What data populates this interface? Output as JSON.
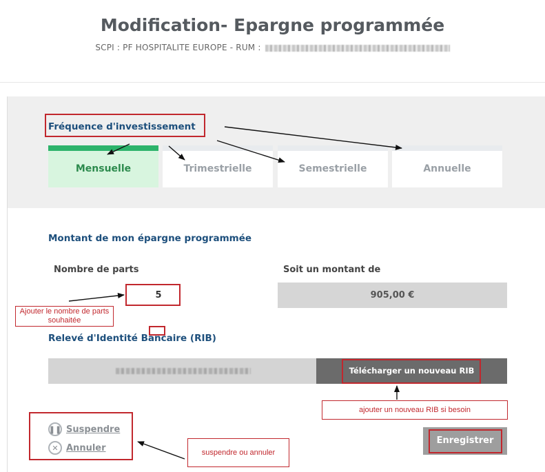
{
  "header": {
    "title": "Modification- Epargne programmée",
    "subtitle": "SCPI : PF HOSPITALITE EUROPE - RUM : "
  },
  "frequency": {
    "title": "Fréquence d'investissement",
    "options": [
      {
        "label": "Mensuelle",
        "selected": true
      },
      {
        "label": "Trimestrielle",
        "selected": false
      },
      {
        "label": "Semestrielle",
        "selected": false
      },
      {
        "label": "Annuelle",
        "selected": false
      }
    ]
  },
  "amount": {
    "title": "Montant de mon épargne programmée",
    "shares_label": "Nombre de parts",
    "shares_value": "5",
    "amount_label": "Soit un montant de",
    "amount_value": "905,00 €"
  },
  "rib": {
    "title": "Relevé d'Identité Bancaire (RIB)",
    "upload_label": "Télécharger un nouveau RIB"
  },
  "actions": {
    "suspend_label": "Suspendre",
    "cancel_label": "Annuler",
    "save_label": "Enregistrer"
  },
  "annotations": {
    "shares_note": "Ajouter le nombre de parts souhaitée",
    "rib_note": "ajouter un nouveau RIB si besoin",
    "actions_note": "suspendre ou annuler"
  },
  "colors": {
    "accent_green": "#2db36b",
    "selected_bg": "#d8f5df",
    "section_title": "#1d4f7c",
    "annotation_red": "#c1272d"
  }
}
